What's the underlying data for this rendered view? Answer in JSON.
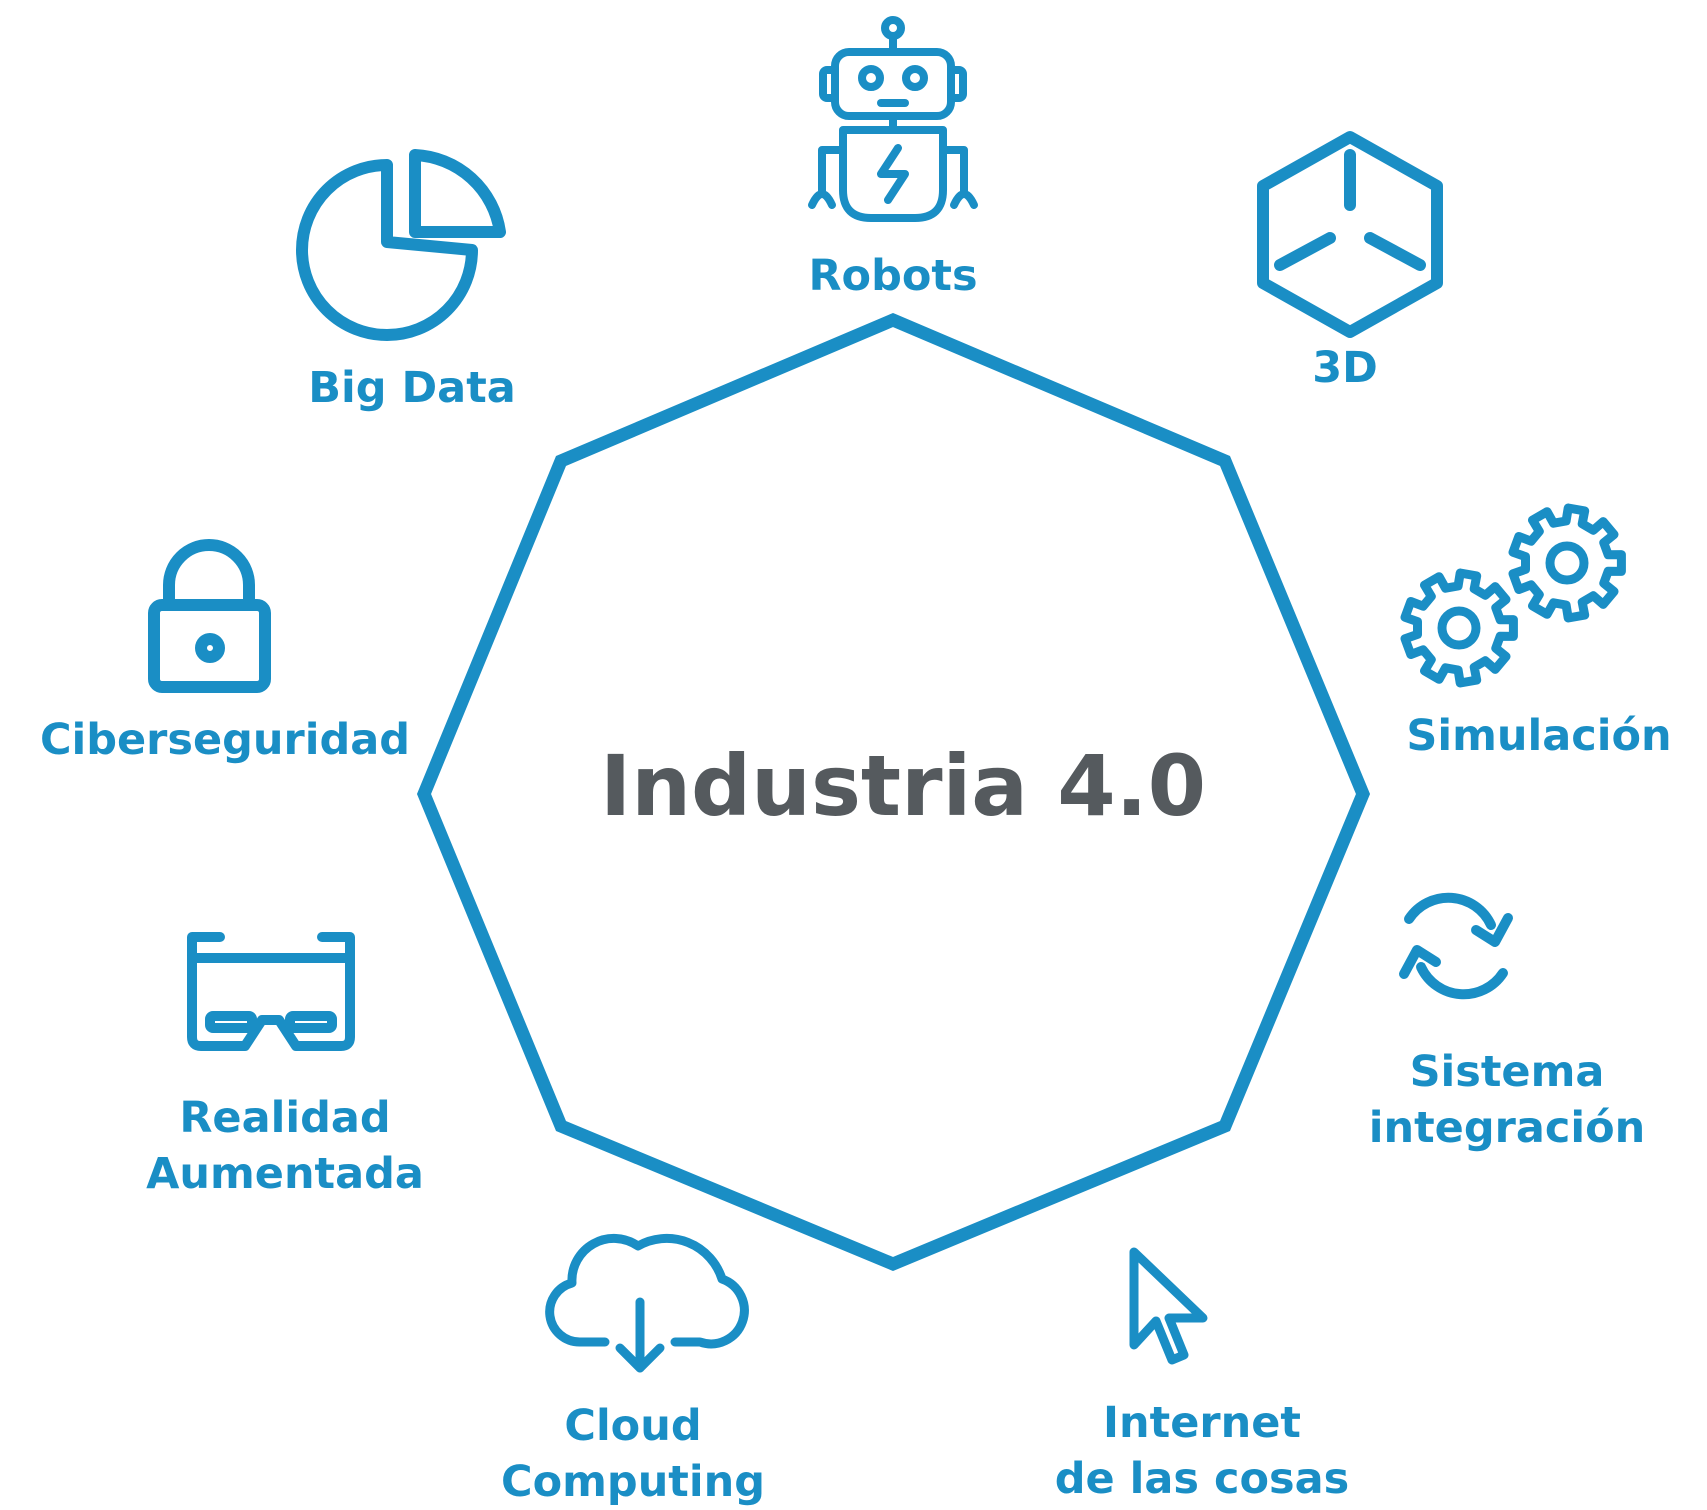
{
  "title": "Industria 4.0",
  "colors": {
    "accent": "#1a8ec5",
    "title": "#555a5e",
    "background": "#ffffff"
  },
  "items": [
    {
      "id": "robots",
      "icon": "robot-icon",
      "lines": [
        "Robots"
      ]
    },
    {
      "id": "3d",
      "icon": "cube-3d-icon",
      "lines": [
        "3D"
      ]
    },
    {
      "id": "simulacion",
      "icon": "gears-icon",
      "lines": [
        "Simulación"
      ]
    },
    {
      "id": "sistema-integracion",
      "icon": "sync-arrows-icon",
      "lines": [
        "Sistema",
        "integración"
      ]
    },
    {
      "id": "internet-cosas",
      "icon": "cursor-arrow-icon",
      "lines": [
        "Internet",
        "de las cosas"
      ]
    },
    {
      "id": "cloud-computing",
      "icon": "cloud-download-icon",
      "lines": [
        "Cloud",
        "Computing"
      ]
    },
    {
      "id": "realidad-aumentada",
      "icon": "ar-glasses-icon",
      "lines": [
        "Realidad",
        "Aumentada"
      ]
    },
    {
      "id": "ciberseguridad",
      "icon": "padlock-icon",
      "lines": [
        "Ciberseguridad"
      ]
    },
    {
      "id": "big-data",
      "icon": "pie-chart-icon",
      "lines": [
        "Big Data"
      ]
    }
  ]
}
